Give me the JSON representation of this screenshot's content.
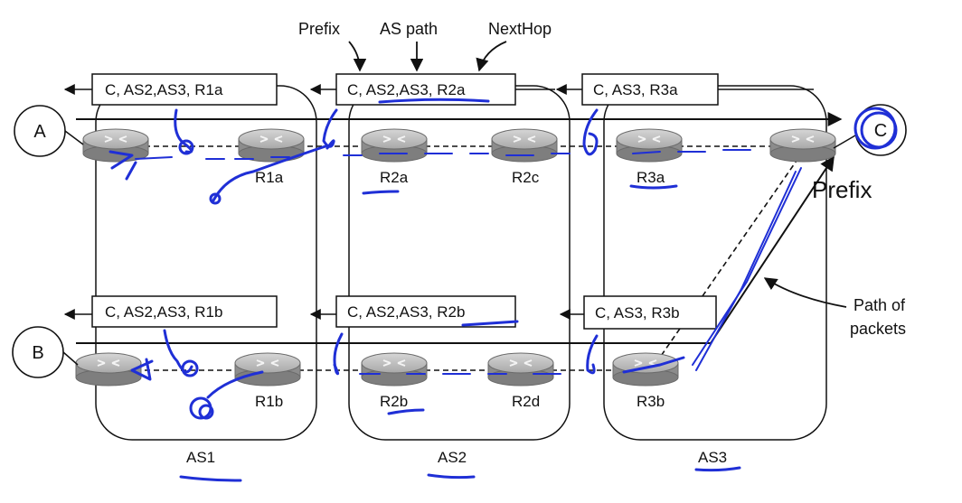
{
  "annotations": {
    "prefix": "Prefix",
    "as_path": "AS path",
    "next_hop": "NextHop",
    "prefix_big": "Prefix",
    "path_of_packets_line1": "Path of",
    "path_of_packets_line2": "packets"
  },
  "hosts": {
    "a": "A",
    "b": "B",
    "c": "C"
  },
  "routes": {
    "top_as1": "C,  AS2,AS3, R1a",
    "top_as2": "C,  AS2,AS3, R2a",
    "top_as3": "C, AS3, R3a",
    "bottom_as1": "C,  AS2,AS3, R1b",
    "bottom_as2": "C,  AS2,AS3, R2b",
    "bottom_as3": "C, AS3, R3b"
  },
  "routers": {
    "r1a": "R1a",
    "r2a": "R2a",
    "r2c": "R2c",
    "r3a": "R3a",
    "r1b": "R1b",
    "r2b": "R2b",
    "r2d": "R2d",
    "r3b": "R3b"
  },
  "as_labels": {
    "as1": "AS1",
    "as2": "AS2",
    "as3": "AS3"
  },
  "colors": {
    "ink": "#1f2fd6",
    "router_fill": "#9c9c9c",
    "line": "#111111"
  }
}
